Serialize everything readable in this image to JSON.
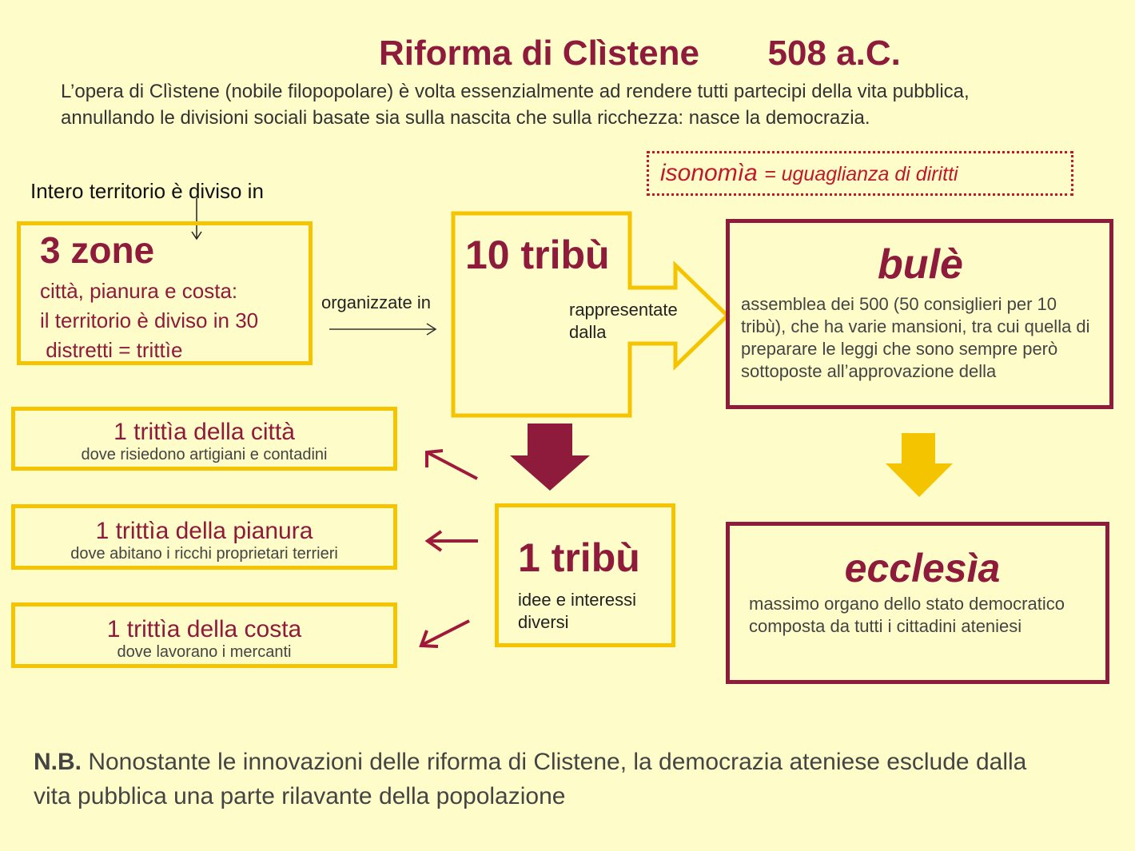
{
  "title": "Riforma di Clìstene       508 a.C.",
  "intro": "L’opera di Clìstene (nobile filopopolare) è volta essenzialmente ad rendere tutti partecipi della vita pubblica, annullando le divisioni sociali basate sia sulla nascita che sulla ricchezza: nasce la democrazia.",
  "isonomia": {
    "term": "isonomìa",
    "def": "= uguaglianza di diritti"
  },
  "territory_label": "Intero territorio è diviso in",
  "zones": {
    "title": "3 zone",
    "line1": "città, pianura e costa:",
    "line2": "il territorio è diviso in 30",
    "line3": " distretti = trittìe"
  },
  "organized_label": "organizzate in",
  "tribes": {
    "title": "10 tribù",
    "represented": "rappresentate dalla"
  },
  "bule": {
    "title": "bulè",
    "text": "assemblea dei 500 (50 consiglieri per 10 tribù), che ha varie mansioni, tra cui quella di preparare le leggi che sono sempre però sottoposte all’approvazione della"
  },
  "ecclesia": {
    "title": "ecclesìa",
    "text": "massimo organo dello stato democratico composta da tutti i cittadini ateniesi"
  },
  "tribe": {
    "title": "1 tribù",
    "text": "idee e interessi diversi"
  },
  "trittie": [
    {
      "title": "1 trittìa della città",
      "text": "dove risiedono artigiani e contadini"
    },
    {
      "title": "1 trittìa della pianura",
      "text": "dove abitano i ricchi proprietari terrieri"
    },
    {
      "title": "1 trittìa della costa",
      "text": "dove lavorano i mercanti"
    }
  ],
  "note": {
    "bold": "N.B.",
    "text": " Nonostante le innovazioni delle riforma di Clistene, la democrazia ateniese esclude dalla vita pubblica una parte rilavante della popolazione"
  },
  "colors": {
    "yellow": "#f4c400",
    "maroon": "#8e1a3c",
    "background": "#fefcc8"
  }
}
